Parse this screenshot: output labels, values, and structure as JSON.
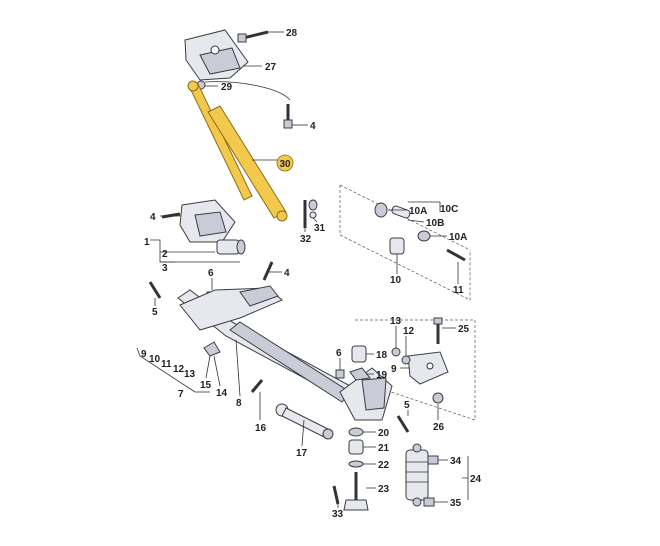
{
  "diagram": {
    "highlight_color": "#f2c94c",
    "labels": [
      {
        "id": "28",
        "text": "28"
      },
      {
        "id": "27",
        "text": "27"
      },
      {
        "id": "29",
        "text": "29"
      },
      {
        "id": "4a",
        "text": "4"
      },
      {
        "id": "30",
        "text": "30"
      },
      {
        "id": "4b",
        "text": "4"
      },
      {
        "id": "32",
        "text": "32"
      },
      {
        "id": "31",
        "text": "31"
      },
      {
        "id": "10A1",
        "text": "10A"
      },
      {
        "id": "10C",
        "text": "10C"
      },
      {
        "id": "10B",
        "text": "10B"
      },
      {
        "id": "10A2",
        "text": "10A"
      },
      {
        "id": "1",
        "text": "1"
      },
      {
        "id": "2",
        "text": "2"
      },
      {
        "id": "3",
        "text": "3"
      },
      {
        "id": "6a",
        "text": "6"
      },
      {
        "id": "4c",
        "text": "4"
      },
      {
        "id": "10a",
        "text": "10"
      },
      {
        "id": "11a",
        "text": "11"
      },
      {
        "id": "5a",
        "text": "5"
      },
      {
        "id": "13a",
        "text": "13"
      },
      {
        "id": "25",
        "text": "25"
      },
      {
        "id": "12a",
        "text": "12"
      },
      {
        "id": "9a",
        "text": "9"
      },
      {
        "id": "10b",
        "text": "10"
      },
      {
        "id": "11b",
        "text": "11"
      },
      {
        "id": "12b",
        "text": "12"
      },
      {
        "id": "13b",
        "text": "13"
      },
      {
        "id": "7",
        "text": "7"
      },
      {
        "id": "15",
        "text": "15"
      },
      {
        "id": "14",
        "text": "14"
      },
      {
        "id": "8",
        "text": "8"
      },
      {
        "id": "6b",
        "text": "6"
      },
      {
        "id": "18",
        "text": "18"
      },
      {
        "id": "19",
        "text": "19"
      },
      {
        "id": "9b",
        "text": "9"
      },
      {
        "id": "5b",
        "text": "5"
      },
      {
        "id": "26",
        "text": "26"
      },
      {
        "id": "16",
        "text": "16"
      },
      {
        "id": "17",
        "text": "17"
      },
      {
        "id": "20",
        "text": "20"
      },
      {
        "id": "21",
        "text": "21"
      },
      {
        "id": "22",
        "text": "22"
      },
      {
        "id": "34",
        "text": "34"
      },
      {
        "id": "24",
        "text": "24"
      },
      {
        "id": "23",
        "text": "23"
      },
      {
        "id": "35",
        "text": "35"
      },
      {
        "id": "33",
        "text": "33"
      }
    ]
  }
}
